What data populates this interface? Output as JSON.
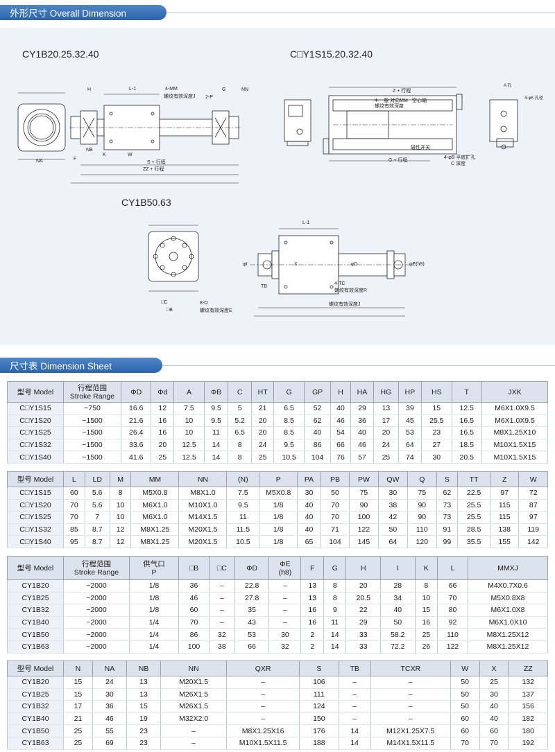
{
  "sections": {
    "overall": "外形尺寸 Overall Dimension",
    "sheet": "尺寸表 Dimension Sheet"
  },
  "drawings": {
    "d1_title": "CY1B20.25.32.40",
    "d2_title": "C□Y1S15.20.32.40",
    "d3_title": "CY1B50.63",
    "l1": "L-1",
    "l2": "4-MM",
    "l3": "螺纹有效深度J",
    "l4": "2-P",
    "l5": "S + 行程",
    "l6": "ZZ + 行程",
    "l7": "Z + 行程",
    "l8": "L-1",
    "l9": "4-TC",
    "l10": "螺纹有效深度R",
    "l11": "螺纹有效深度J",
    "l12": "8-O",
    "l13": "螺纹有效深度E",
    "l14": "G + 行程",
    "l15": "4-φB 平底扩孔",
    "l16": "C 深度",
    "l17": "磁性开关",
    "l18": "空心轴",
    "l19": "4-一般 对向MM",
    "l20": "螺纹有效深度",
    "l21": "4-φK 孔径",
    "l22": "A 孔",
    "l23": "NA",
    "l24": "NB",
    "l25": "W",
    "l26": "K",
    "l27": "F",
    "l28": "H",
    "l29": "G",
    "l30": "NN",
    "l31": "TB",
    "l32": "X",
    "l33": "φD",
    "l34": "φI",
    "l35": "□B",
    "l36": "□C",
    "l37": "φE(h8)"
  },
  "tables": [
    {
      "headers": [
        "型号 Model",
        "行程范围\nStroke Range",
        "ΦD",
        "Φd",
        "A",
        "ΦB",
        "C",
        "HT",
        "G",
        "GP",
        "H",
        "HA",
        "HG",
        "HP",
        "HS",
        "T",
        "JXK"
      ],
      "rows": [
        [
          "C□Y1S15",
          "~750",
          "16.6",
          "12",
          "7.5",
          "9.5",
          "5",
          "21",
          "6.5",
          "52",
          "40",
          "29",
          "13",
          "39",
          "15",
          "12.5",
          "M6X1.0X9.5"
        ],
        [
          "C□Y1S20",
          "~1500",
          "21.6",
          "16",
          "10",
          "9.5",
          "5.2",
          "20",
          "8.5",
          "62",
          "46",
          "36",
          "17",
          "45",
          "25.5",
          "16.5",
          "M6X1.0X9.5"
        ],
        [
          "C□Y1S25",
          "~1500",
          "26.4",
          "16",
          "10",
          "11",
          "6.5",
          "20",
          "8.5",
          "40",
          "54",
          "40",
          "20",
          "53",
          "23",
          "16.5",
          "M8X1.25X10"
        ],
        [
          "C□Y1S32",
          "~1500",
          "33.6",
          "20",
          "12.5",
          "14",
          "8",
          "24",
          "9.5",
          "86",
          "66",
          "46",
          "24",
          "64",
          "27",
          "18.5",
          "M10X1.5X15"
        ],
        [
          "C□Y1S40",
          "~1500",
          "41.6",
          "25",
          "12.5",
          "14",
          "8",
          "25",
          "10.5",
          "104",
          "76",
          "57",
          "25",
          "74",
          "30",
          "20.5",
          "M10X1.5X15"
        ]
      ]
    },
    {
      "headers": [
        "型号 Model",
        "L",
        "LD",
        "M",
        "MM",
        "NN",
        "(N)",
        "P",
        "PA",
        "PB",
        "PW",
        "QW",
        "Q",
        "S",
        "TT",
        "Z",
        "W"
      ],
      "rows": [
        [
          "C□Y1S15",
          "60",
          "5.6",
          "8",
          "M5X0.8",
          "M8X1.0",
          "7.5",
          "M5X0.8",
          "30",
          "50",
          "75",
          "30",
          "75",
          "62",
          "22.5",
          "97",
          "72"
        ],
        [
          "C□Y1S20",
          "70",
          "5.6",
          "10",
          "M6X1.0",
          "M10X1.0",
          "9.5",
          "1/8",
          "40",
          "70",
          "90",
          "38",
          "90",
          "73",
          "25.5",
          "115",
          "87"
        ],
        [
          "C□Y1S25",
          "70",
          "7",
          "10",
          "M6X1.0",
          "M14X1.5",
          "11",
          "1/8",
          "40",
          "70",
          "100",
          "42",
          "90",
          "73",
          "25.5",
          "115",
          "97"
        ],
        [
          "C□Y1S32",
          "85",
          "8.7",
          "12",
          "M8X1.25",
          "M20X1.5",
          "11.5",
          "1/8",
          "40",
          "71",
          "122",
          "50",
          "110",
          "91",
          "28.5",
          "138",
          "119"
        ],
        [
          "C□Y1S40",
          "95",
          "8.7",
          "12",
          "M8X1.25",
          "M20X1.5",
          "10.5",
          "1/8",
          "65",
          "104",
          "145",
          "64",
          "120",
          "99",
          "35.5",
          "155",
          "142"
        ]
      ]
    },
    {
      "headers": [
        "型号 Model",
        "行程范围\nStroke Range",
        "供气口\nP",
        "□B",
        "□C",
        "ΦD",
        "ΦE\n(h8)",
        "F",
        "G",
        "H",
        "I",
        "K",
        "L",
        "MMXJ"
      ],
      "rows": [
        [
          "CY1B20",
          "~2000",
          "1/8",
          "36",
          "–",
          "22.8",
          "–",
          "13",
          "8",
          "20",
          "28",
          "8",
          "66",
          "M4X0.7X0.6"
        ],
        [
          "CY1B25",
          "~2000",
          "1/8",
          "46",
          "–",
          "27.8",
          "–",
          "13",
          "8",
          "20.5",
          "34",
          "10",
          "70",
          "M5X0.8X8"
        ],
        [
          "CY1B32",
          "~2000",
          "1/8",
          "60",
          "–",
          "35",
          "–",
          "16",
          "9",
          "22",
          "40",
          "15",
          "80",
          "M6X1.0X8"
        ],
        [
          "CY1B40",
          "~2000",
          "1/4",
          "70",
          "–",
          "43",
          "–",
          "16",
          "11",
          "29",
          "50",
          "16",
          "92",
          "M6X1.0X10"
        ],
        [
          "CY1B50",
          "~2000",
          "1/4",
          "86",
          "32",
          "53",
          "30",
          "2",
          "14",
          "33",
          "58.2",
          "25",
          "110",
          "M8X1.25X12"
        ],
        [
          "CY1B63",
          "~2000",
          "1/4",
          "100",
          "38",
          "66",
          "32",
          "2",
          "14",
          "33",
          "72.2",
          "26",
          "122",
          "M8X1.25X12"
        ]
      ]
    },
    {
      "headers": [
        "型号 Model",
        "N",
        "NA",
        "NB",
        "NN",
        "QXR",
        "S",
        "TB",
        "TCXR",
        "W",
        "X",
        "ZZ"
      ],
      "rows": [
        [
          "CY1B20",
          "15",
          "24",
          "13",
          "M20X1.5",
          "–",
          "106",
          "–",
          "–",
          "50",
          "25",
          "132"
        ],
        [
          "CY1B25",
          "15",
          "30",
          "13",
          "M26X1.5",
          "–",
          "111",
          "–",
          "–",
          "50",
          "30",
          "137"
        ],
        [
          "CY1B32",
          "17",
          "36",
          "15",
          "M26X1.5",
          "–",
          "124",
          "–",
          "–",
          "50",
          "40",
          "156"
        ],
        [
          "CY1B40",
          "21",
          "46",
          "19",
          "M32X2.0",
          "–",
          "150",
          "–",
          "–",
          "60",
          "40",
          "182"
        ],
        [
          "CY1B50",
          "25",
          "55",
          "23",
          "–",
          "M8X1.25X16",
          "176",
          "14",
          "M12X1.25X7.5",
          "60",
          "60",
          "180"
        ],
        [
          "CY1B63",
          "25",
          "69",
          "23",
          "–",
          "M10X1.5X11.5",
          "188",
          "14",
          "M14X1.5X11.5",
          "70",
          "70",
          "192"
        ]
      ]
    }
  ]
}
